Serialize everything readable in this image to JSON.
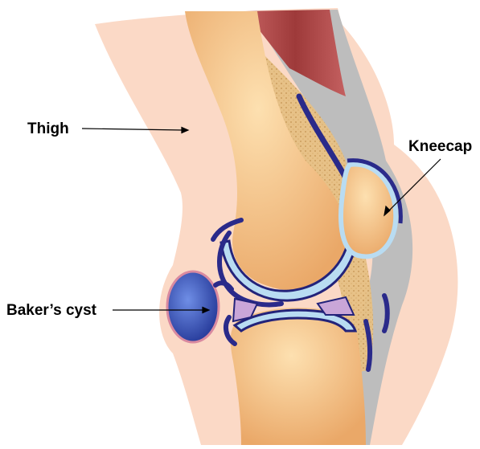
{
  "labels": {
    "thigh": "Thigh",
    "kneecap": "Kneecap",
    "bakers_cyst": "Baker’s cyst"
  },
  "colors": {
    "skin": "#fbd9c6",
    "bone": "#f7c48e",
    "cartilage": "#b9dcf2",
    "synovial": "#2a2a8a",
    "cyst": "#3f5fc4",
    "muscle": "#b44a4a",
    "tendon": "#b9b9b9",
    "fat": "#e8c489",
    "meniscus": "#c9a6d8"
  }
}
